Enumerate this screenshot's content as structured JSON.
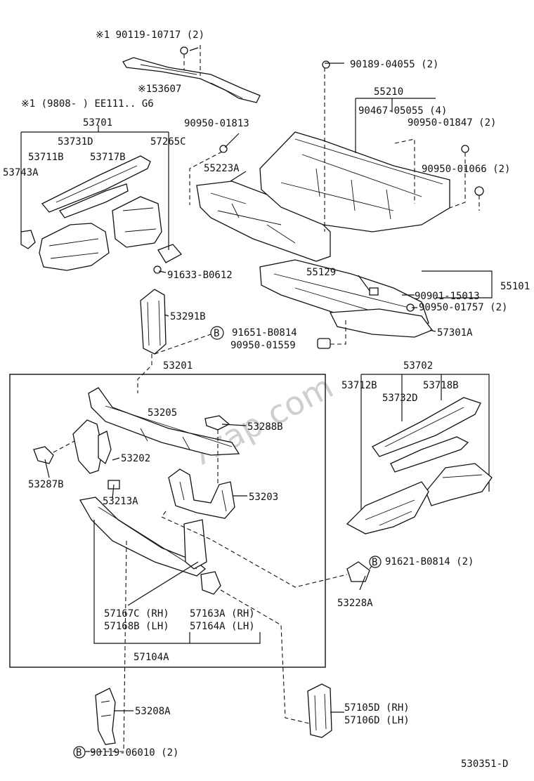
{
  "labels": {
    "n1": "※1 90119-10717 (2)",
    "n2": "※153607",
    "n3": "※1  (9808-      ) EE111.. G6",
    "n4": "53701",
    "n5": "53731D",
    "n6": "53711B",
    "n7": "53717B",
    "n8": "57265C",
    "n9": "53743A",
    "n10": "90950-01813",
    "n11": "55223A",
    "n12": "91633-B0612",
    "n13": "90189-04055 (2)",
    "n14": "55210",
    "n15": "90467-05055 (4)",
    "n16": "90950-01847 (2)",
    "n17": "90950-01066 (2)",
    "n18": "55129",
    "n19": "90901-15013",
    "n20": "55101",
    "n21": "90950-01757 (2)",
    "n22": "57301A",
    "n23": "53291B",
    "n24": "91651-B0814",
    "n25": "90950-01559",
    "n26": "53201",
    "n27": "53205",
    "n28": "53288B",
    "n29": "53202",
    "n30": "53287B",
    "n31": "53213A",
    "n32": "53203",
    "n33": "57167C (RH)",
    "n34": "57168B (LH)",
    "n35": "57163A (RH)",
    "n36": "57164A (LH)",
    "n37": "57104A",
    "n38": "53702",
    "n39": "53712B",
    "n40": "53718B",
    "n41": "53732D",
    "n42": "91621-B0814 (2)",
    "n43": "53228A",
    "n44": "53208A",
    "n45": "90119-06010 (2)",
    "n46": "57105D (RH)",
    "n47": "57106D (LH)",
    "n48": "530351-D"
  },
  "bolt_markers": {
    "b1": "B",
    "b2": "B",
    "b3": "B"
  },
  "watermark": "7zap.com"
}
